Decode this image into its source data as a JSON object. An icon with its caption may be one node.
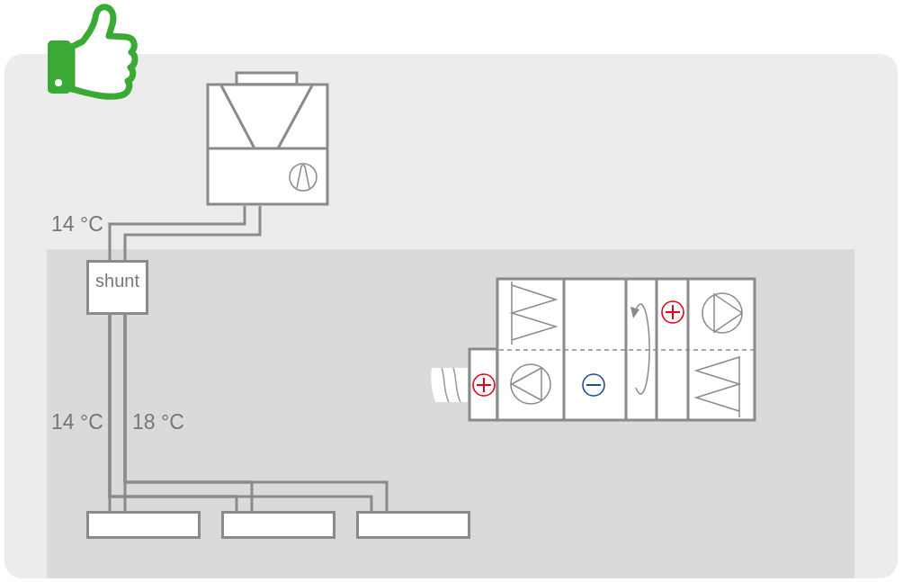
{
  "diagram": {
    "nodes": [
      {
        "text": [],
        "shape": "picture"
      },
      {
        "text": [
          "shunt"
        ]
      },
      {
        "text": [],
        "shape": "box"
      },
      {
        "text": [],
        "shape": "box"
      },
      {
        "text": [],
        "shape": "box"
      }
    ],
    "edges": [
      {
        "from": 0,
        "to": 1,
        "arrow": "none"
      },
      {
        "from": 0,
        "to": 1,
        "arrow": "none"
      },
      {
        "from": 1,
        "to": 2,
        "arrow": "none"
      },
      {
        "from": 1,
        "to": 3,
        "arrow": "none"
      },
      {
        "from": 1,
        "to": 4,
        "arrow": "none"
      },
      {
        "from": 1,
        "to": 2,
        "arrow": "none"
      },
      {
        "from": 1,
        "to": 3,
        "arrow": "none"
      },
      {
        "from": 1,
        "to": 4,
        "arrow": "none"
      }
    ],
    "labels": [
      "14 °C",
      "14 °C",
      "18 °C"
    ]
  }
}
